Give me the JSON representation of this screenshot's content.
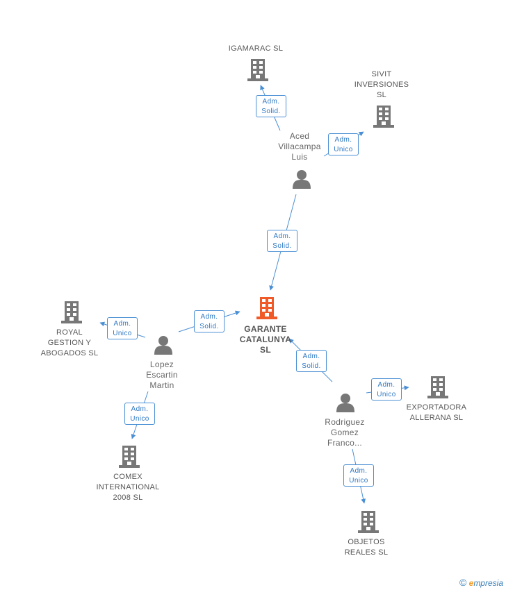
{
  "colors": {
    "edge": "#4a8fd4",
    "icon": "#777777",
    "central_icon": "#f05a28"
  },
  "nodes": {
    "garante": {
      "label": "GARANTE\nCATALUNYA\nSL",
      "kind": "company",
      "central": true
    },
    "igamarac": {
      "label": "IGAMARAC SL",
      "kind": "company"
    },
    "sivit": {
      "label": "SIVIT\nINVERSIONES\nSL",
      "kind": "company"
    },
    "aced": {
      "label": "Aced\nVillacampa\nLuis",
      "kind": "person"
    },
    "royal": {
      "label": "ROYAL\nGESTION Y\nABOGADOS  SL",
      "kind": "company"
    },
    "lopez": {
      "label": "Lopez\nEscartin\nMartin",
      "kind": "person"
    },
    "comex": {
      "label": "COMEX\nINTERNATIONAL\n2008 SL",
      "kind": "company"
    },
    "rodriguez": {
      "label": "Rodriguez\nGomez\nFranco...",
      "kind": "person"
    },
    "exportadora": {
      "label": "EXPORTADORA\nALLERANA  SL",
      "kind": "company"
    },
    "objetos": {
      "label": "OBJETOS\nREALES  SL",
      "kind": "company"
    }
  },
  "relations": {
    "aced_igamarac": {
      "label": "Adm.\nSolid."
    },
    "aced_sivit": {
      "label": "Adm.\nUnico"
    },
    "aced_garante": {
      "label": "Adm.\nSolid."
    },
    "lopez_garante": {
      "label": "Adm.\nSolid."
    },
    "lopez_royal": {
      "label": "Adm.\nUnico"
    },
    "lopez_comex": {
      "label": "Adm.\nUnico"
    },
    "rodriguez_garante": {
      "label": "Adm.\nSolid."
    },
    "rodriguez_exportadora": {
      "label": "Adm.\nUnico"
    },
    "rodriguez_objetos": {
      "label": "Adm.\nUnico"
    }
  },
  "footer": {
    "copyright": "©",
    "brand_initial": "e",
    "brand_rest": "mpresia"
  }
}
